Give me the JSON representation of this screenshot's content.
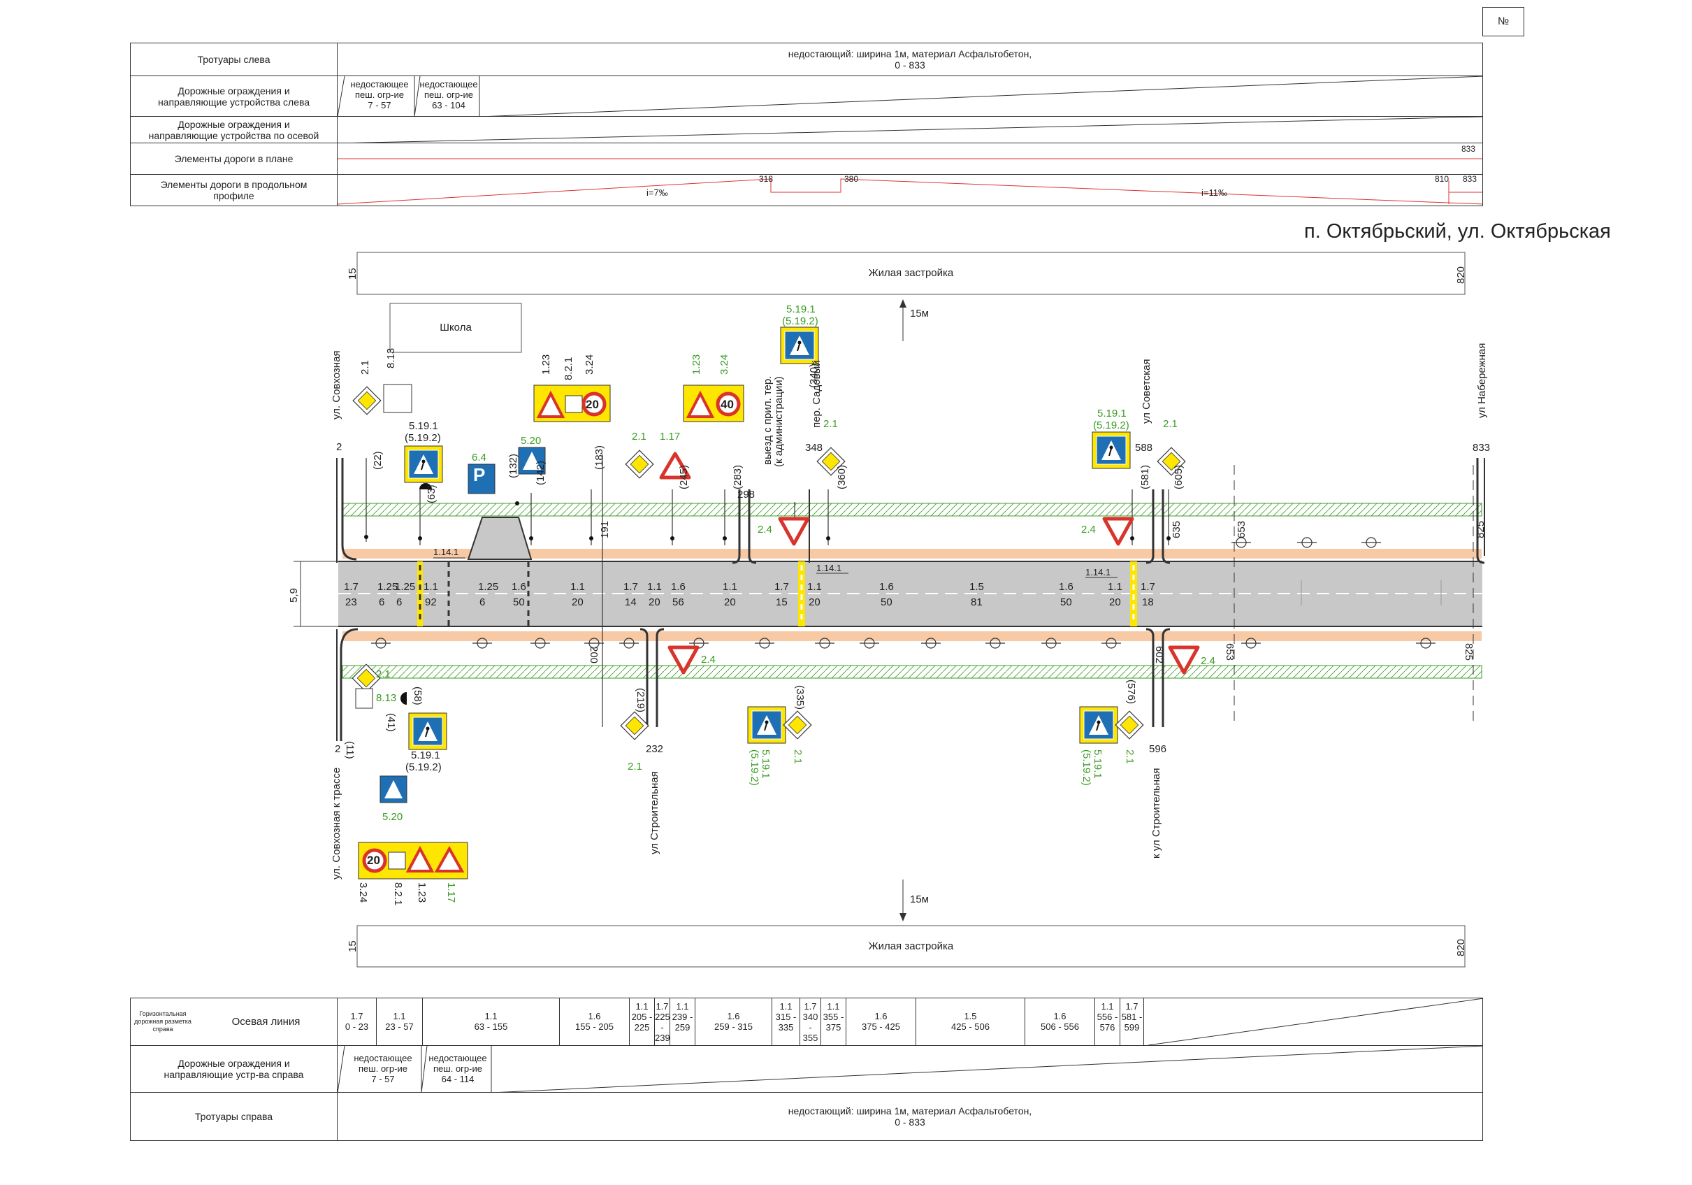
{
  "sheet": {
    "number_box": "№",
    "title": "п. Октябрьский, ул. Октябрьская"
  },
  "top_table": {
    "rows": [
      {
        "label": "Тротуары слева",
        "note_line1": "недостающий: ширина 1м, материал Асфальтобетон,",
        "note_line2": "0 - 833"
      },
      {
        "label_line1": "Дорожные ограждения и",
        "label_line2": "направляющие устройства слева",
        "cells": [
          {
            "l1": "недостающее",
            "l2": "пеш. огр-ие",
            "l3": "7 - 57"
          },
          {
            "l1": "недостающее",
            "l2": "пеш. огр-ие",
            "l3": "63 - 104"
          }
        ]
      },
      {
        "label_line1": "Дорожные ограждения и",
        "label_line2": "направляющие устройства по осевой"
      },
      {
        "label": "Элементы дороги в плане",
        "end_value": "833"
      },
      {
        "label_line1": "Элементы дороги в продольном",
        "label_line2": "профиле",
        "marks": [
          "318",
          "380",
          "810",
          "833"
        ],
        "slope1": "i=7‰",
        "slope2": "i=11‰"
      }
    ]
  },
  "plan": {
    "zone_top": "Жилая застройка",
    "zone_bottom": "Жилая застройка",
    "zone_start": "15",
    "zone_end": "820",
    "offset_top": "15м",
    "offset_bottom": "15м",
    "school": "Школа",
    "width_dim": "5,9",
    "streets": {
      "sovkhoznaya": "ул. Совхозная",
      "sovkhoznaya_trasse": "ул. Совхозная к трассе",
      "stroitelnaya": "ул Строительная",
      "k_stroitelnaya": "к ул Строительная",
      "sadovy": "пер. Садовый",
      "vyezd1": "выезд с прил. тер.",
      "vyezd2": "(к администрации)",
      "sovetskaya": "ул Советская",
      "naberezhnaya": "ул Набережная"
    },
    "chainage": {
      "c2a": "2",
      "c2b": "2",
      "c298": "298",
      "c348": "348",
      "c588": "588",
      "c833": "833",
      "c232": "232",
      "c596": "596"
    },
    "markings": [
      {
        "code": "1.7",
        "len": "23"
      },
      {
        "code": "1.25",
        "len": "6"
      },
      {
        "code": "1.25",
        "len": "6"
      },
      {
        "code": "1.1",
        "len": "92"
      },
      {
        "code": "1.25",
        "len": "6"
      },
      {
        "code": "1.6",
        "len": "50"
      },
      {
        "code": "1.1",
        "len": "20"
      },
      {
        "code": "1.7",
        "len": "14"
      },
      {
        "code": "1.1",
        "len": "20"
      },
      {
        "code": "1.6",
        "len": "56"
      },
      {
        "code": "1.1",
        "len": "20"
      },
      {
        "code": "1.7",
        "len": "15"
      },
      {
        "code": "1.1",
        "len": "20"
      },
      {
        "code": "1.6",
        "len": "50"
      },
      {
        "code": "1.5",
        "len": "81"
      },
      {
        "code": "1.6",
        "len": "50"
      },
      {
        "code": "1.1",
        "len": "20"
      },
      {
        "code": "1.7",
        "len": "18"
      }
    ],
    "stop_lines": [
      "1.14.1",
      "1.14.1",
      "1.14.1"
    ],
    "sign_labels": {
      "s2_1a": "2.1",
      "s8_13a": "8.13",
      "s5191a": "5.19.1",
      "s5192a": "(5.19.2)",
      "s6_4": "6.4",
      "s5_20a": "5.20",
      "s1_23a": "1.23",
      "s8_2_1a": "8.2.1",
      "s3_24a": "3.24",
      "s2_1b": "2.1",
      "s1_17a": "1.17",
      "s1_23b": "1.23",
      "s3_24b": "3.24",
      "s5191b": "5.19.1",
      "s5192b": "(5.19.2)",
      "s2_1c": "2.1",
      "s5191c": "5.19.1",
      "s5192c": "(5.19.2)",
      "s2_1d": "2.1",
      "s2_4a": "2.4",
      "s2_4b": "2.4",
      "s2_4c": "2.4",
      "s2_4d": "2.4",
      "s2_1e": "2.1",
      "s8_13b": "8.13",
      "s5191d": "5.19.1",
      "s5192d": "(5.19.2)",
      "s5_20b": "5.20",
      "s3_24c": "3.24",
      "s8_2_1b": "8.2.1",
      "s1_23c": "1.23",
      "s1_17b": "1.17",
      "s2_1f": "2.1",
      "s5191e": "5.19.1",
      "s5192e": "(5.19.2)",
      "s2_1g": "2.1",
      "s5191f": "5.19.1",
      "s5192f": "(5.19.2)",
      "s2_1h": "2.1",
      "sp20": "20",
      "sp40": "40",
      "sp20b": "20",
      "parking": "P"
    },
    "post_dims_top": [
      "(22)",
      "(63)",
      "(132)",
      "(142)",
      "(183)",
      "191",
      "(245)",
      "(283)",
      "(340)",
      "(360)",
      "(581)",
      "(605)",
      "635",
      "653",
      "825"
    ],
    "post_dims_bottom": [
      "(11)",
      "(41)",
      "(58)",
      "(219)",
      "(335)",
      "(576)",
      "200",
      "602",
      "653",
      "825"
    ]
  },
  "bottom_table": {
    "marking_caption1": "Горизонтальная",
    "marking_caption2": "дорожная разметка",
    "marking_caption3": "справа",
    "axis_label": "Осевая линия",
    "axis_cells": [
      {
        "a": "1.7",
        "b": "0 - 23"
      },
      {
        "a": "1.1",
        "b": "23 - 57"
      },
      {
        "a": "1.1",
        "b": "63 - 155"
      },
      {
        "a": "1.6",
        "b": "155 - 205"
      },
      {
        "a": "1.1",
        "b": "205 - 225"
      },
      {
        "a": "1.7",
        "b": "225 - 239"
      },
      {
        "a": "1.1",
        "b": "239 - 259"
      },
      {
        "a": "1.6",
        "b": "259 - 315"
      },
      {
        "a": "1.1",
        "b": "315 - 335"
      },
      {
        "a": "1.7",
        "b": "340 - 355"
      },
      {
        "a": "1.1",
        "b": "355 - 375"
      },
      {
        "a": "1.6",
        "b": "375 - 425"
      },
      {
        "a": "1.5",
        "b": "425 - 506"
      },
      {
        "a": "1.6",
        "b": "506 - 556"
      },
      {
        "a": "1.1",
        "b": "556 - 576"
      },
      {
        "a": "1.7",
        "b": "581 - 599"
      }
    ],
    "fence_label1": "Дорожные ограждения и",
    "fence_label2": "направляющие устр-ва справа",
    "fence_cells": [
      {
        "l1": "недостающее",
        "l2": "пеш. огр-ие",
        "l3": "7 - 57"
      },
      {
        "l1": "недостающее",
        "l2": "пеш. огр-ие",
        "l3": "64 - 114"
      }
    ],
    "walk_label": "Тротуары справа",
    "walk_note1": "недостающий: ширина 1м, материал Асфальтобетон,",
    "walk_note2": "0 - 833"
  },
  "colors": {
    "road": "#c8c8c8",
    "walk": "#f7c9a5",
    "green": "#3a9d23",
    "sign_blue": "#1f6fb5",
    "sign_yellow": "#ffe600",
    "sign_red": "#d9342b"
  }
}
